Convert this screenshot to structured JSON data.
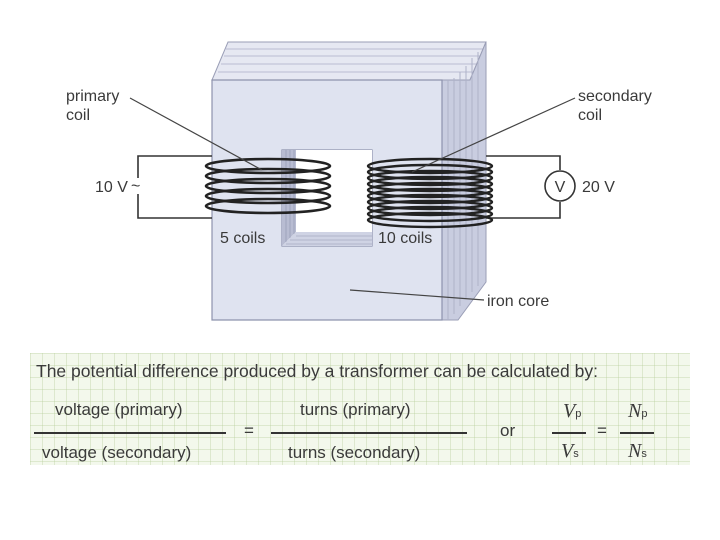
{
  "diagram": {
    "labels": {
      "primary_coil_line1": "primary",
      "primary_coil_line2": "coil",
      "secondary_coil_line1": "secondary",
      "secondary_coil_line2": "coil",
      "input_voltage": "10 V",
      "ac_symbol": "~",
      "output_voltage": "20 V",
      "voltmeter": "V",
      "primary_turns": "5 coils",
      "secondary_turns": "10 coils",
      "iron_core": "iron core"
    },
    "colors": {
      "core_face": "#dfe3f0",
      "core_side": "#c9cde0",
      "wire": "#333333",
      "background_box": "#f3f8ec"
    }
  },
  "equation": {
    "heading": "The potential difference produced by a transformer can be calculated by:",
    "voltage_primary": "voltage (primary)",
    "voltage_secondary": "voltage (secondary)",
    "turns_primary": "turns (primary)",
    "turns_secondary": "turns (secondary)",
    "equals": "=",
    "or": "or",
    "vp_symbol": "V",
    "vp_sub": "p",
    "vs_symbol": "V",
    "vs_sub": "s",
    "np_symbol": "N",
    "np_sub": "p",
    "ns_symbol": "N",
    "ns_sub": "s"
  }
}
